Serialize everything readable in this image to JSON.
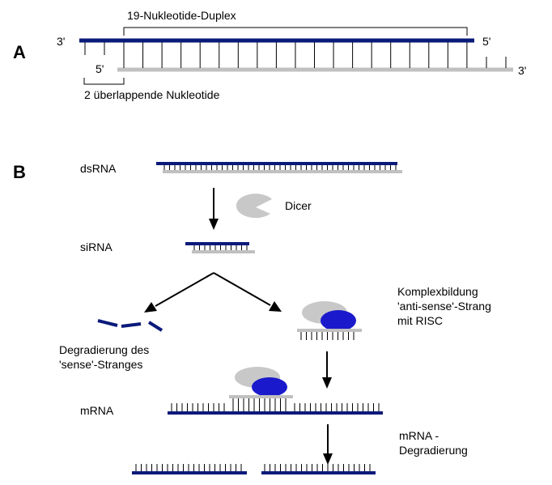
{
  "panel_a": {
    "letter": "A",
    "duplex_label": "19-Nukleotide-Duplex",
    "overhang_label": "2 überlappende Nukleotide",
    "top_3": "3'",
    "top_5": "5'",
    "bottom_5": "5'",
    "bottom_3": "3'"
  },
  "panel_b": {
    "letter": "B",
    "dsrna": "dsRNA",
    "dicer": "Dicer",
    "sirna": "siRNA",
    "complex": [
      "Komplexbildung",
      "'anti-sense'-Strang",
      "mit RISC"
    ],
    "degradation_sense": [
      "Degradierung des",
      "'sense'-Stranges"
    ],
    "mrna": "mRNA",
    "mrna_degradation": [
      "mRNA -",
      "Degradierung"
    ]
  },
  "colors": {
    "sense_strand": "#0a1a7a",
    "antisense_strand": "#c0c0c0",
    "dicer": "#c8c8c8",
    "risc": "#1a1acc",
    "base_pair": "#000000"
  }
}
